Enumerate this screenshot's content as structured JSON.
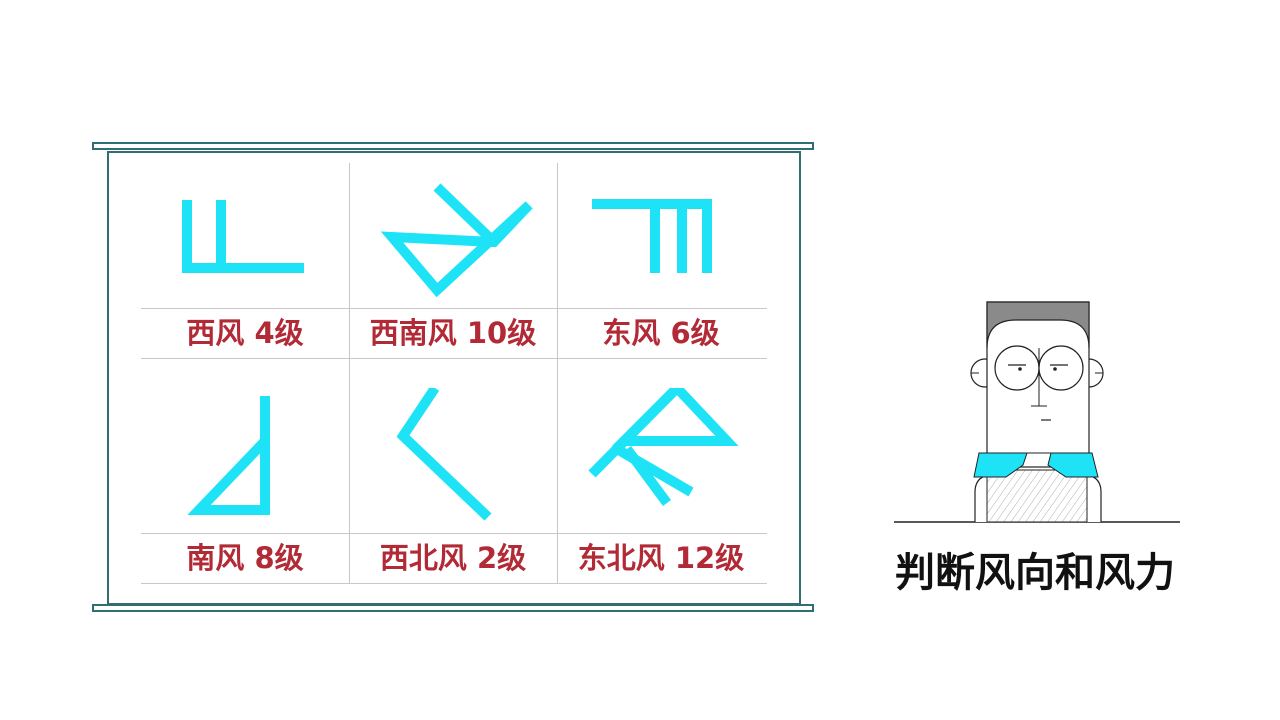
{
  "colors": {
    "symbol": "#1ee3f7",
    "label": "#b22a36",
    "frame": "#2f6f73",
    "grid": "#c8c8c8"
  },
  "board": {
    "cells": [
      {
        "label": "西风 4级",
        "symbol": "wind-symbol-west-4"
      },
      {
        "label": "西南风 10级",
        "symbol": "wind-symbol-southwest-10"
      },
      {
        "label": "东风 6级",
        "symbol": "wind-symbol-east-6"
      },
      {
        "label": "南风 8级",
        "symbol": "wind-symbol-south-8"
      },
      {
        "label": "西北风 2级",
        "symbol": "wind-symbol-northwest-2"
      },
      {
        "label": "东北风 12级",
        "symbol": "wind-symbol-northeast-12"
      }
    ]
  },
  "figure": {
    "icon": "glasses-person-icon"
  },
  "caption": "判断风向和风力"
}
